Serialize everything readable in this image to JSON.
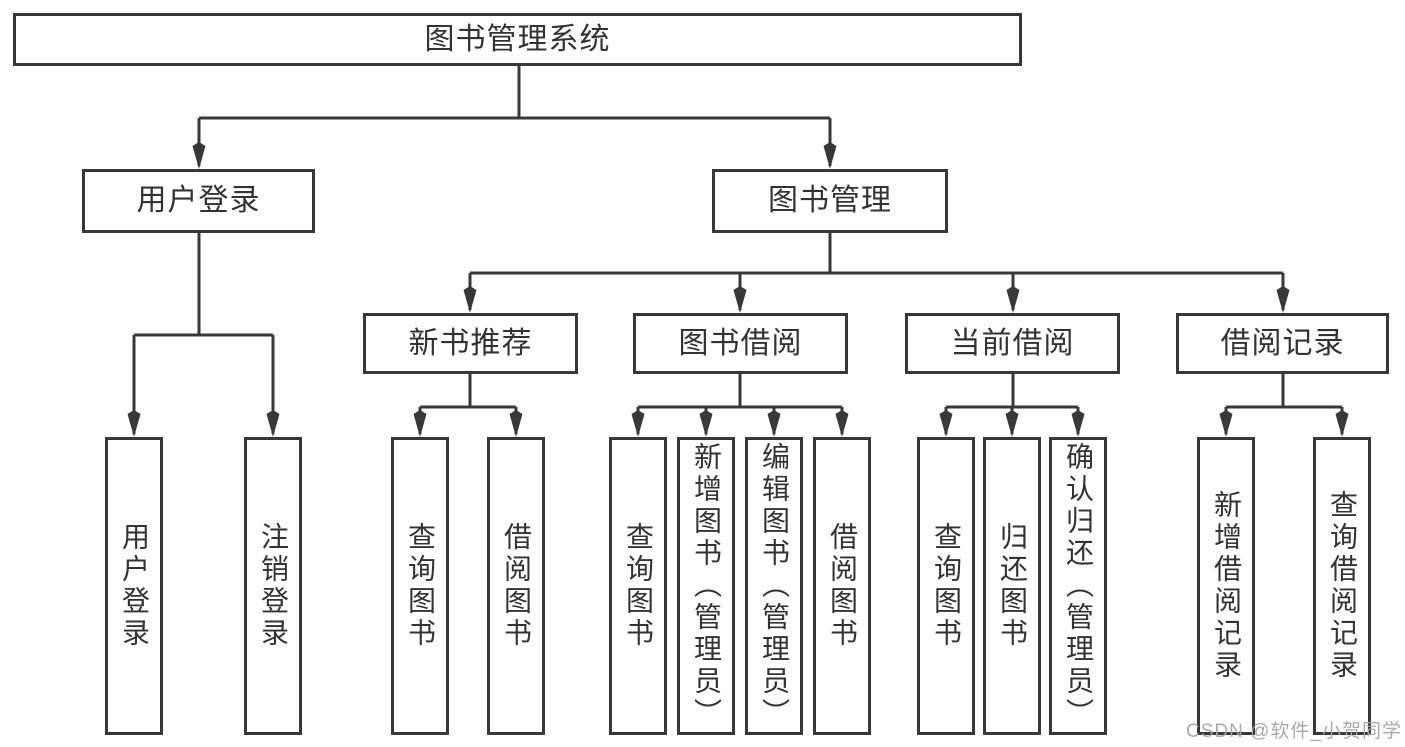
{
  "diagram": {
    "title": "图书管理系统",
    "root": {
      "label": "图书管理系统"
    },
    "level2": [
      {
        "label": "用户登录"
      },
      {
        "label": "图书管理"
      }
    ],
    "level3": [
      {
        "label": "新书推荐"
      },
      {
        "label": "图书借阅"
      },
      {
        "label": "当前借阅"
      },
      {
        "label": "借阅记录"
      }
    ],
    "leaves": {
      "user_login": [
        "用户登录",
        "注销登录"
      ],
      "new_book": [
        "查询图书",
        "借阅图书"
      ],
      "book_borrow": [
        "查询图书",
        "新增图书（管理员）",
        "编辑图书（管理员）",
        "借阅图书"
      ],
      "current_borrow": [
        "查询图书",
        "归还图书",
        "确认归还（管理员）"
      ],
      "borrow_record": [
        "新增借阅记录",
        "查询借阅记录"
      ]
    }
  },
  "watermark": {
    "text": "CSDN @软件_小贺同学"
  },
  "colors": {
    "line": "#383838",
    "text": "#333333",
    "box_background": "#ffffff",
    "watermark": "#a5a5a5",
    "page_background": "#ffffff"
  }
}
